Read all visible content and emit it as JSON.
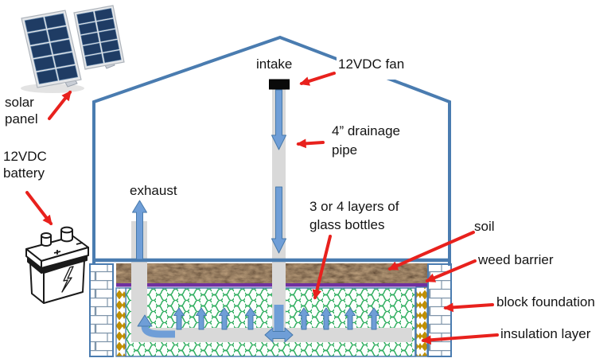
{
  "labels": {
    "solar_panel": {
      "line1": "solar",
      "line2": "panel"
    },
    "battery": {
      "line1": "12VDC",
      "line2": "battery"
    },
    "intake": "intake",
    "fan": "12VDC fan",
    "drainage": {
      "line1": "4” drainage",
      "line2": "pipe"
    },
    "exhaust": "exhaust",
    "bottles": {
      "line1": "3 or 4 layers of",
      "line2": "glass bottles"
    },
    "soil": "soil",
    "weed_barrier": "weed barrier",
    "block_foundation": "block foundation",
    "insulation_layer": "insulation layer"
  },
  "colors": {
    "outline_blue": "#4a7cb0",
    "airflow_arrow_fill": "#6f9ed7",
    "airflow_arrow_edge": "#4779ab",
    "pipe_gray": "#d9d9d9",
    "fan_black": "#0a0a0a",
    "weed_barrier_purple": "#7030a0",
    "insulation_gold": "#bf8f00",
    "bottle_green": "#2fae5f",
    "brick_line": "#8096ab",
    "soil_brown": "#3e2c1b",
    "pointer_arrow_red": "#e8211d",
    "solar_cell_blue": "#1f3c64"
  }
}
